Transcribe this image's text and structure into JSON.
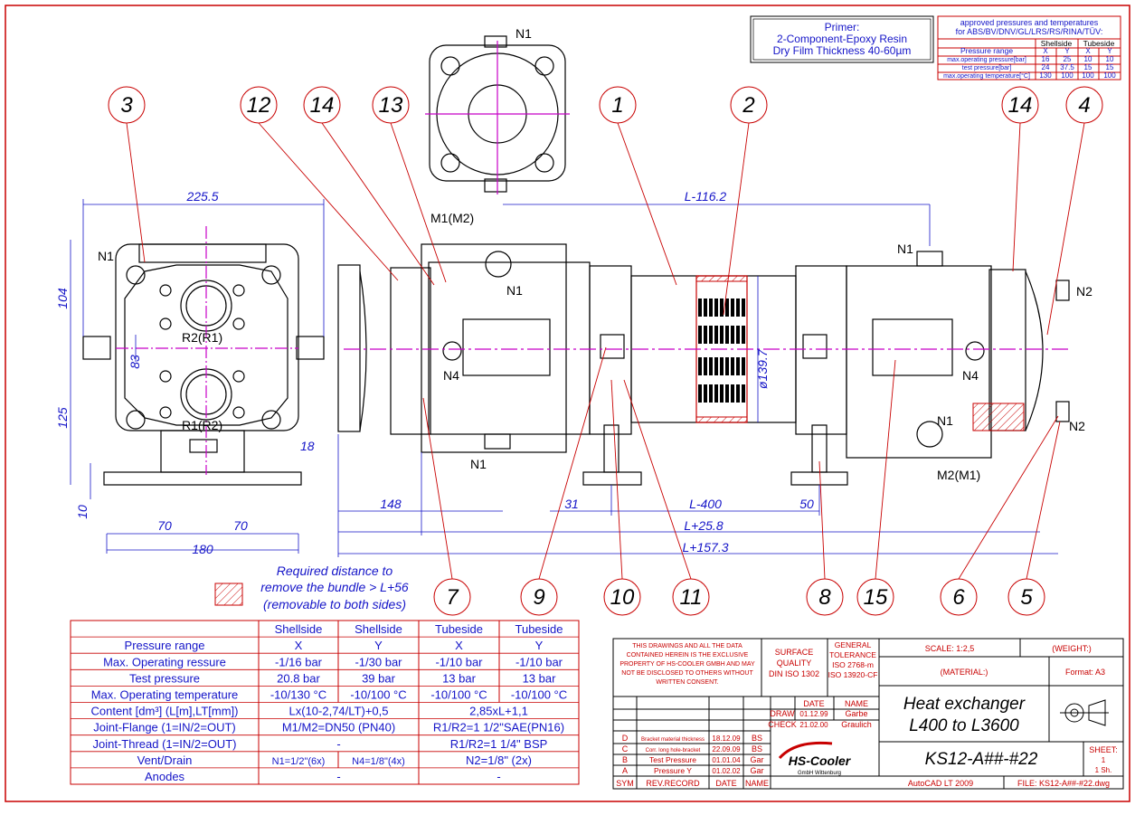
{
  "primer": {
    "line1": "Primer:",
    "line2": "2-Component-Epoxy Resin",
    "line3": "Dry Film Thickness 40-60µm"
  },
  "approved": {
    "title1": "approved pressures and temperatures",
    "title2": "for ABS/BV/DNV/GL/LRS/RS/RINA/TÜV:",
    "shellside": "Shellside",
    "tubeside": "Tubeside",
    "rows": [
      {
        "label": "Pressure range",
        "v": [
          "X",
          "Y",
          "X",
          "Y"
        ]
      },
      {
        "label": "max.operating pressure[bar]",
        "v": [
          "16",
          "25",
          "10",
          "10"
        ]
      },
      {
        "label": "test pressure[bar]",
        "v": [
          "24",
          "37.5",
          "15",
          "15"
        ]
      },
      {
        "label": "max.operating temperature[°C]",
        "v": [
          "130",
          "100",
          "100",
          "100"
        ]
      }
    ]
  },
  "dims": {
    "d225": "225.5",
    "d104": "104",
    "d83": "83",
    "d125": "125",
    "d10": "10",
    "d18": "18",
    "d70a": "70",
    "d70b": "70",
    "d180": "180",
    "d148": "148",
    "d31": "31",
    "dL400": "L-400",
    "d50": "50",
    "dL25": "L+25.8",
    "dL157": "L+157.3",
    "dL116": "L-116.2",
    "d139": "ø139.7"
  },
  "labels": {
    "n1a": "N1",
    "n1b": "N1",
    "n1c": "N1",
    "n1d": "N1",
    "n1e": "N1",
    "n1f": "N1",
    "n2a": "N2",
    "n2b": "N2",
    "n4a": "N4",
    "n4b": "N4",
    "m1m2": "M1(M2)",
    "m2m1": "M2(M1)",
    "r2r1": "R2(R1)",
    "r1r2": "R1(R2)"
  },
  "bubbles": {
    "top": [
      "3",
      "12",
      "14",
      "13",
      "1",
      "2",
      "14",
      "4"
    ],
    "bottom": [
      "7",
      "9",
      "10",
      "11",
      "8",
      "15",
      "6",
      "5"
    ]
  },
  "removal": {
    "line1": "Required distance to",
    "line2": "remove the bundle > L+56",
    "line3": "(removable to both sides)"
  },
  "spec": {
    "headers": [
      "",
      "Shellside",
      "Shellside",
      "Tubeside",
      "Tubeside"
    ],
    "rows": [
      [
        "Pressure range",
        "X",
        "Y",
        "X",
        "Y"
      ],
      [
        "Max. Operating ressure",
        "-1/16 bar",
        "-1/30 bar",
        "-1/10 bar",
        "-1/10 bar"
      ],
      [
        "Test pressure",
        "20.8 bar",
        "39 bar",
        "13 bar",
        "13 bar"
      ],
      [
        "Max. Operating temperature",
        "-10/130 °C",
        "-10/100 °C",
        "-10/100 °C",
        "-10/100 °C"
      ]
    ],
    "merged": [
      [
        "Content [dm³] (L[m],LT[mm])",
        "Lx(10-2,74/LT)+0,5",
        "2,85xL+1,1"
      ],
      [
        "Joint-Flange (1=IN/2=OUT)",
        "M1/M2=DN50 (PN40)",
        "R1/R2=1 1/2\"SAE(PN16)"
      ],
      [
        "Joint-Thread (1=IN/2=OUT)",
        "-",
        "R1/R2=1 1/4\" BSP"
      ]
    ],
    "vent": {
      "label": "Vent/Drain",
      "a": "N1=1/2\"(6x)",
      "b": "N4=1/8\"(4x)",
      "c": "N2=1/8\" (2x)"
    },
    "anodes": {
      "label": "Anodes",
      "a": "-",
      "b": "-"
    }
  },
  "title_block": {
    "notice": [
      "THIS DRAWINGS AND ALL THE DATA",
      "CONTAINED HEREIN IS THE EXCLUSIVE",
      "PROPERTY OF HS-COOLER GMBH AND MAY",
      "NOT BE DISCLOSED TO OTHERS WITHOUT",
      "WRITTEN CONSENT."
    ],
    "surface": [
      "SURFACE",
      "QUALITY",
      "DIN ISO 1302"
    ],
    "tolerance": [
      "GENERAL",
      "TOLERANCE",
      "ISO 2768-m",
      "ISO 13920-CF"
    ],
    "scale": "SCALE: 1:2,5",
    "weight": "(WEIGHT:)",
    "material": "(MATERIAL:)",
    "format": "Format: A3",
    "date_h": "DATE",
    "name_h": "NAME",
    "draw": "DRAW",
    "draw_date": "01.12.99",
    "draw_name": "Garbe",
    "check": "CHECK",
    "check_date": "21.02.00",
    "check_name": "Graulich",
    "title1": "Heat exchanger",
    "title2": "L400 to L3600",
    "drawing_no": "KS12-A##-#22",
    "sheet_h": "SHEET:",
    "sheet_v": "1",
    "sheet_c": "1 Sh.",
    "revisions": [
      {
        "sym": "D",
        "rec": "Bracket material thickness",
        "date": "18.12.09",
        "name": "BS"
      },
      {
        "sym": "C",
        "rec": "Corr. long hole-bracket",
        "date": "22.09.09",
        "name": "BS"
      },
      {
        "sym": "B",
        "rec": "Test Pressure",
        "date": "01.01.04",
        "name": "Gar"
      },
      {
        "sym": "A",
        "rec": "Pressure Y",
        "date": "01.02.02",
        "name": "Gar"
      }
    ],
    "sym_h": "SYM",
    "rev_h": "REV.RECORD",
    "rdate_h": "DATE",
    "rname_h": "NAME",
    "logo": "HS-Cooler",
    "logo_sub": "GmbH Wittenburg",
    "cad": "AutoCAD LT 2009",
    "file": "FILE: KS12-A##-#22.dwg"
  }
}
